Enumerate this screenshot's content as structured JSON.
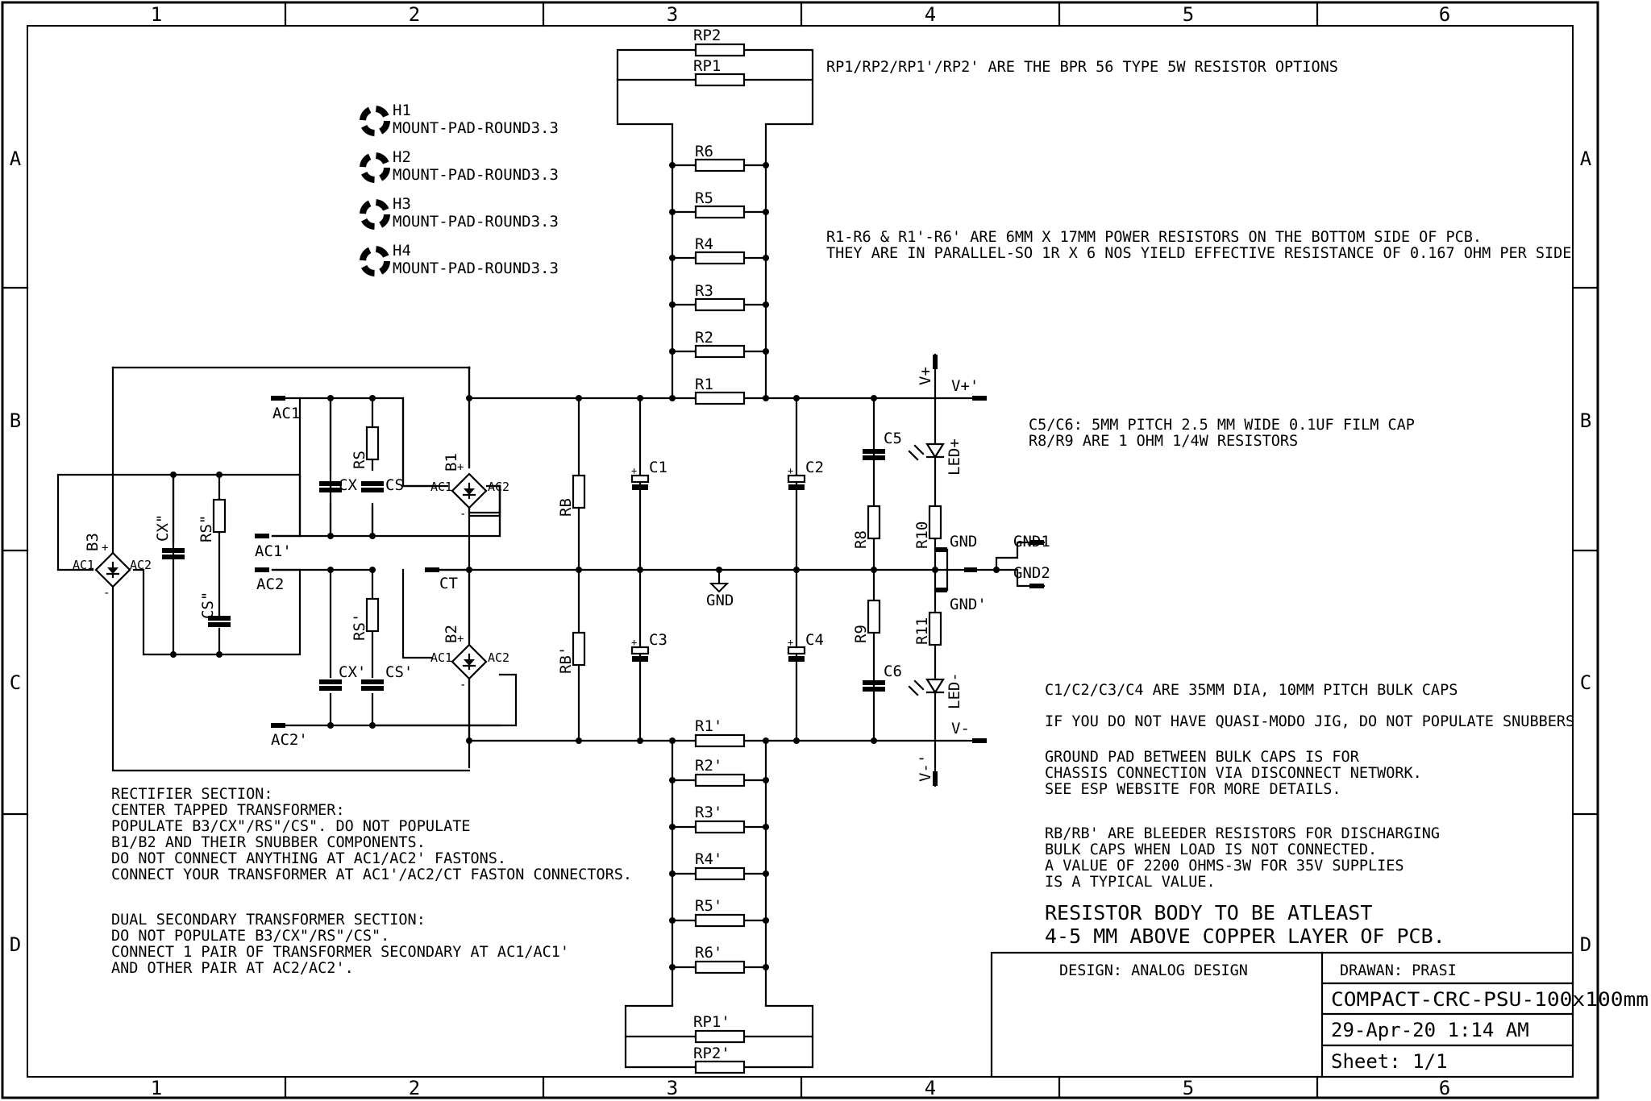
{
  "frame": {
    "columns": [
      "1",
      "2",
      "3",
      "4",
      "5",
      "6"
    ],
    "rows": [
      "A",
      "B",
      "C",
      "D"
    ]
  },
  "mount_pads": [
    {
      "ref": "H1",
      "value": "MOUNT-PAD-ROUND3.3"
    },
    {
      "ref": "H2",
      "value": "MOUNT-PAD-ROUND3.3"
    },
    {
      "ref": "H3",
      "value": "MOUNT-PAD-ROUND3.3"
    },
    {
      "ref": "H4",
      "value": "MOUNT-PAD-ROUND3.3"
    }
  ],
  "resistors": {
    "rp2": "RP2",
    "rp1": "RP1",
    "r6": "R6",
    "r5": "R5",
    "r4": "R4",
    "r3": "R3",
    "r2": "R2",
    "r1": "R1",
    "r1p": "R1'",
    "r2p": "R2'",
    "r3p": "R3'",
    "r4p": "R4'",
    "r5p": "R5'",
    "r6p": "R6'",
    "rp1p": "RP1'",
    "rp2p": "RP2'",
    "rs": "RS",
    "rsp": "RS'",
    "rspp": "RS\"",
    "rb": "RB",
    "rbp": "RB'",
    "r8": "R8",
    "r9": "R9",
    "r10": "R10",
    "r11": "R11"
  },
  "capacitors": {
    "cx": "CX",
    "cs": "CS",
    "cxp": "CX'",
    "csp": "CS'",
    "cxpp": "CX\"",
    "cspp": "CS\"",
    "c1": "C1",
    "c2": "C2",
    "c3": "C3",
    "c4": "C4",
    "c5": "C5",
    "c6": "C6"
  },
  "bridges": {
    "b1": "B1",
    "b2": "B2",
    "b3": "B3",
    "ac1": "AC1",
    "ac2": "AC2",
    "plus": "+",
    "minus": "-"
  },
  "leds": {
    "pos": "LED+",
    "neg": "LED-"
  },
  "connectors": {
    "ac1": "AC1",
    "ac1p": "AC1'",
    "ac2": "AC2",
    "ac2p": "AC2'",
    "ct": "CT",
    "vplus": "V+",
    "vplus_p": "V+'",
    "vminus": "V-",
    "vminus_p": "V-'",
    "gnd": "GND",
    "gnd_p": "GND'",
    "gnd1": "GND1",
    "gnd2": "GND2",
    "gnd_sym": "GND"
  },
  "notes": {
    "rp_options": "RP1/RP2/RP1'/RP2' ARE THE BPR 56 TYPE 5W RESISTOR OPTIONS",
    "power_res": [
      "R1-R6 & R1'-R6' ARE 6MM X 17MM POWER RESISTORS ON THE BOTTOM SIDE OF PCB.",
      "THEY ARE IN PARALLEL-SO 1R X 6 NOS YIELD EFFECTIVE RESISTANCE OF 0.167 OHM PER SIDE"
    ],
    "film_cap": [
      "C5/C6: 5MM PITCH 2.5 MM WIDE 0.1UF FILM CAP",
      "R8/R9 ARE 1 OHM 1/4W RESISTORS"
    ],
    "bulk": [
      "C1/C2/C3/C4 ARE 35MM DIA, 10MM PITCH BULK CAPS",
      "",
      "IF YOU DO NOT HAVE QUASI-MODO JIG, DO NOT POPULATE SNUBBERS",
      "",
      "GROUND PAD BETWEEN BULK CAPS IS FOR",
      "CHASSIS CONNECTION VIA DISCONNECT NETWORK.",
      "SEE ESP WEBSITE FOR MORE DETAILS.",
      "",
      "RB/RB' ARE BLEEDER RESISTORS FOR DISCHARGING",
      "BULK CAPS WHEN LOAD IS NOT CONNECTED.",
      "A VALUE OF 2200 OHMS-3W FOR 35V SUPPLIES",
      "IS A TYPICAL VALUE."
    ],
    "body_height": [
      "RESISTOR BODY TO BE ATLEAST",
      "4-5 MM ABOVE COPPER LAYER OF PCB."
    ],
    "rectifier": [
      "RECTIFIER SECTION:",
      "CENTER TAPPED TRANSFORMER:",
      "POPULATE B3/CX\"/RS\"/CS\". DO NOT POPULATE",
      "B1/B2 AND THEIR SNUBBER COMPONENTS.",
      "DO NOT CONNECT ANYTHING AT AC1/AC2' FASTONS.",
      "CONNECT YOUR TRANSFORMER AT AC1'/AC2/CT FASTON CONNECTORS.",
      "",
      "",
      "DUAL SECONDARY TRANSFORMER SECTION:",
      "DO NOT POPULATE B3/CX\"/RS\"/CS\".",
      "CONNECT 1 PAIR OF TRANSFORMER SECONDARY AT AC1/AC1'",
      "AND OTHER PAIR AT AC2/AC2'."
    ]
  },
  "title_block": {
    "design": "DESIGN: ANALOG DESIGN",
    "drawn": "DRAWAN: PRASI",
    "title": "COMPACT-CRC-PSU-100x100mm",
    "date": "29-Apr-20 1:14 AM",
    "sheet": "Sheet:   1/1"
  }
}
